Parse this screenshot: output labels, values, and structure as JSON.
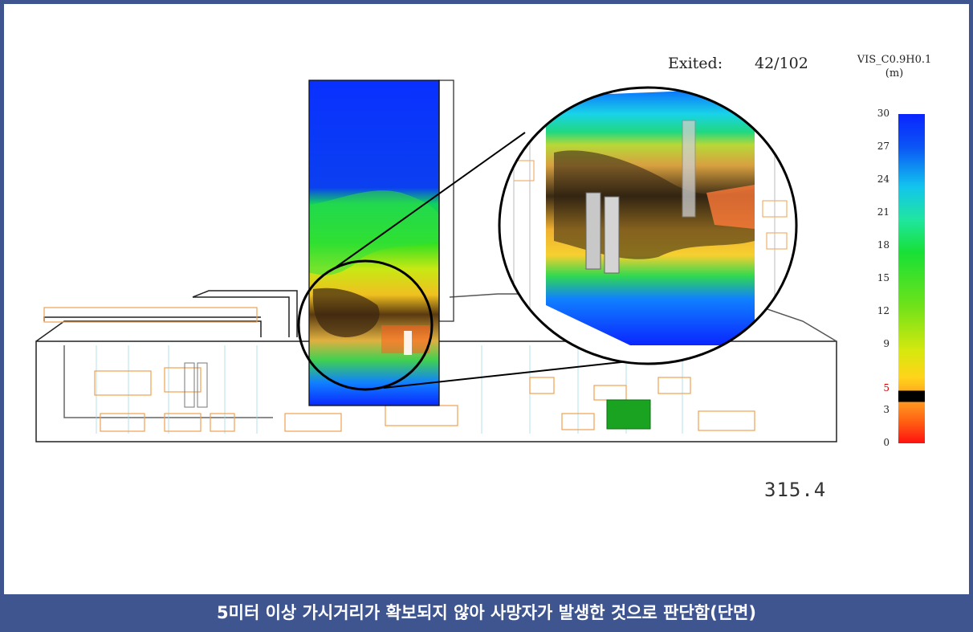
{
  "header": {
    "exited_label": "Exited:",
    "exited_value": "42/102"
  },
  "legend": {
    "title_line1": "VIS_C0.9H0.1",
    "title_line2": "(m)",
    "ticks": [
      "30",
      "27",
      "24",
      "21",
      "18",
      "15",
      "12",
      "9",
      "5",
      "3",
      "0"
    ],
    "warning_tick": "5",
    "colors": {
      "high": "#0a24ff",
      "mid": "#18e036",
      "low": "#ffd41a",
      "zero": "#ff1010",
      "threshold_band": "#000000"
    }
  },
  "timer": "315.4",
  "caption": "5미터 이상 가시거리가 확보되지 않아 사망자가 발생한 것으로 판단함(단면)",
  "colors": {
    "frame": "#3f5590",
    "furniture": "#f0a050",
    "exit_box": "#1aa321"
  }
}
